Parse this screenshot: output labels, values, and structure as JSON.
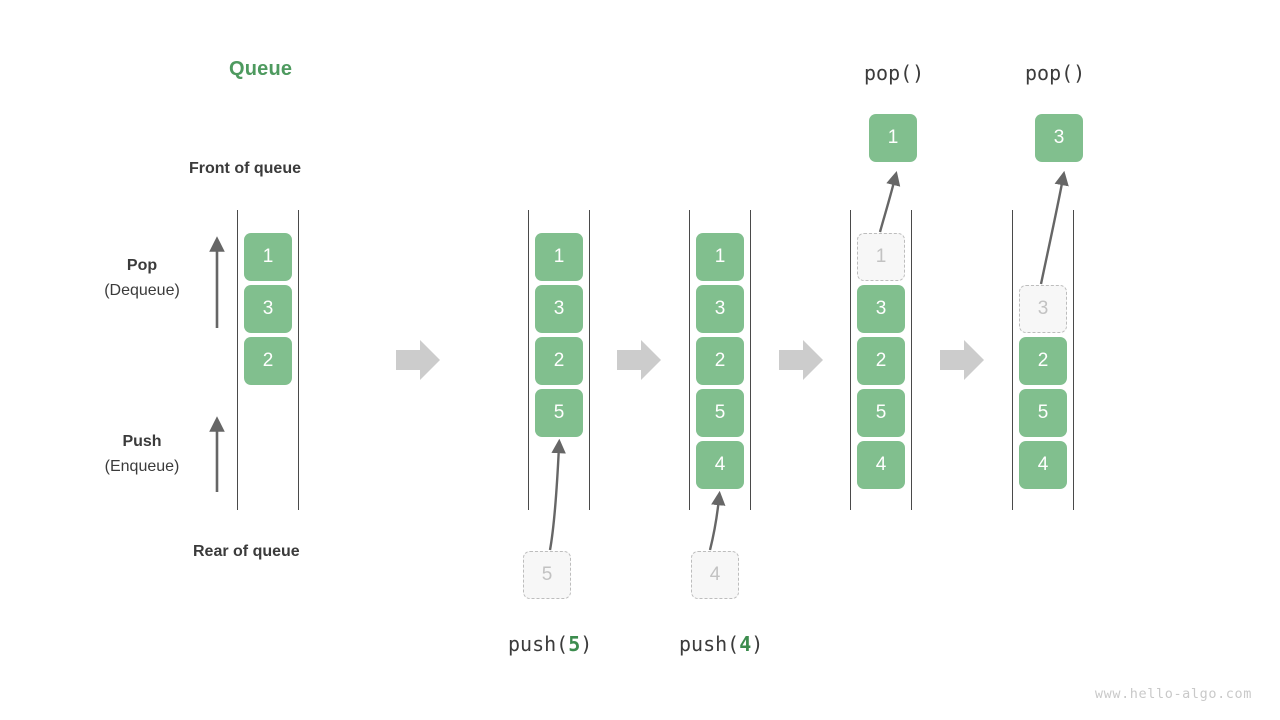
{
  "headings": {
    "queue_title": "Queue",
    "front_label": "Front of queue",
    "rear_label": "Rear of queue"
  },
  "side_labels": {
    "pop": {
      "primary": "Pop",
      "secondary": "(Dequeue)"
    },
    "push": {
      "primary": "Push",
      "secondary": "(Enqueue)"
    }
  },
  "colors": {
    "accent_green": "#81bf8e",
    "title_green": "#4e9a5f",
    "code_green": "#3c8c4e",
    "text_dark": "#3b3b3b",
    "rail_gray": "#4a4a4a",
    "ghost_border": "#bdbdbd",
    "ghost_fill": "#f7f7f7",
    "ghost_text": "#c2c2c2",
    "arrow_gray": "#666666",
    "flow_arrow_gray": "#cccccc",
    "watermark_gray": "#c9c9c9"
  },
  "stages": [
    {
      "id": "initial",
      "caption": "",
      "caption_number": "",
      "boxes": [
        {
          "value": "1",
          "state": "filled"
        },
        {
          "value": "3",
          "state": "filled"
        },
        {
          "value": "2",
          "state": "filled"
        }
      ],
      "incoming": null,
      "outgoing": null
    },
    {
      "id": "push-5",
      "caption_prefix": "push(",
      "caption_number": "5",
      "caption_suffix": ")",
      "caption": "push(5)",
      "boxes": [
        {
          "value": "1",
          "state": "filled"
        },
        {
          "value": "3",
          "state": "filled"
        },
        {
          "value": "2",
          "state": "filled"
        },
        {
          "value": "5",
          "state": "filled"
        }
      ],
      "incoming": {
        "value": "5",
        "state": "ghost"
      },
      "outgoing": null
    },
    {
      "id": "push-4",
      "caption_prefix": "push(",
      "caption_number": "4",
      "caption_suffix": ")",
      "caption": "push(4)",
      "boxes": [
        {
          "value": "1",
          "state": "filled"
        },
        {
          "value": "3",
          "state": "filled"
        },
        {
          "value": "2",
          "state": "filled"
        },
        {
          "value": "5",
          "state": "filled"
        },
        {
          "value": "4",
          "state": "filled"
        }
      ],
      "incoming": {
        "value": "4",
        "state": "ghost"
      },
      "outgoing": null
    },
    {
      "id": "pop-1",
      "caption": "pop()",
      "top_label": "pop()",
      "boxes": [
        {
          "value": "1",
          "state": "ghost"
        },
        {
          "value": "3",
          "state": "filled"
        },
        {
          "value": "2",
          "state": "filled"
        },
        {
          "value": "5",
          "state": "filled"
        },
        {
          "value": "4",
          "state": "filled"
        }
      ],
      "incoming": null,
      "outgoing": {
        "value": "1",
        "state": "filled"
      }
    },
    {
      "id": "pop-3",
      "caption": "pop()",
      "top_label": "pop()",
      "boxes": [
        {
          "value": "",
          "state": "empty"
        },
        {
          "value": "3",
          "state": "ghost"
        },
        {
          "value": "2",
          "state": "filled"
        },
        {
          "value": "5",
          "state": "filled"
        },
        {
          "value": "4",
          "state": "filled"
        }
      ],
      "incoming": null,
      "outgoing": {
        "value": "3",
        "state": "filled"
      }
    }
  ],
  "flow_arrows": {
    "count": 4,
    "symbol": "right-block-arrow"
  },
  "watermark": "www.hello-algo.com"
}
